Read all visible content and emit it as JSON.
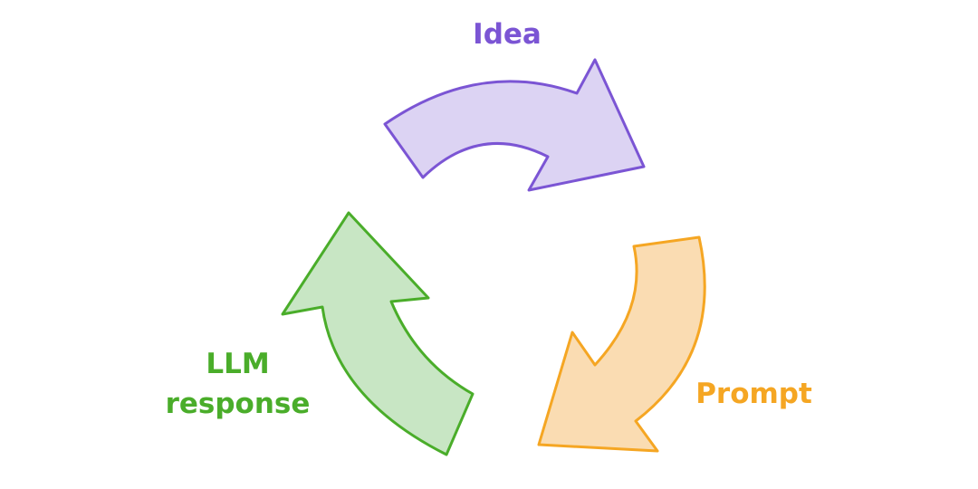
{
  "labels": {
    "idea": "Idea",
    "prompt": "Prompt",
    "llm_line1": "LLM",
    "llm_line2": "response"
  },
  "colors": {
    "idea_stroke": "#7b55d4",
    "idea_fill": "#dcd3f3",
    "prompt_stroke": "#f5a623",
    "prompt_fill": "#fadcb2",
    "llm_stroke": "#4aad2a",
    "llm_fill": "#c8e6c4"
  }
}
